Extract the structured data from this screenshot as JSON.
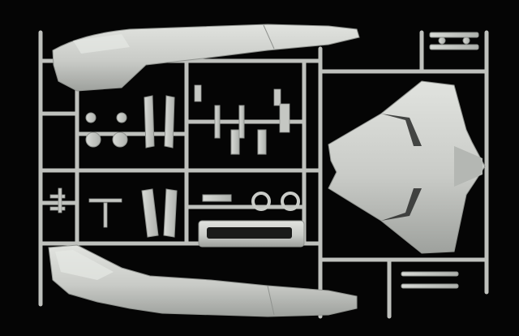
{
  "scene": {
    "subject": "model-kit-sprue",
    "background_color": "#050505",
    "plastic_color": "#c9cbc7",
    "plastic_shade_color": "#9ea19d",
    "plastic_highlight_color": "#e1e3df",
    "parts": [
      "fuselage-half-upper",
      "fuselage-half-lower",
      "lower-wing",
      "canopy-frame-part",
      "landing-gear-wheels",
      "landing-gear-doors",
      "missile-rack",
      "small-parts-cluster"
    ]
  }
}
